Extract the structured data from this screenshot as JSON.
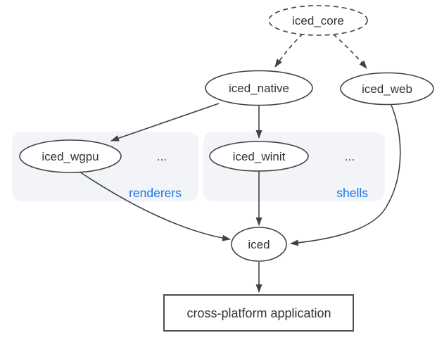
{
  "diagram": {
    "nodes": {
      "iced_core": {
        "label": "iced_core",
        "shape": "ellipse-dashed"
      },
      "iced_native": {
        "label": "iced_native",
        "shape": "ellipse"
      },
      "iced_web": {
        "label": "iced_web",
        "shape": "ellipse"
      },
      "iced_wgpu": {
        "label": "iced_wgpu",
        "shape": "ellipse"
      },
      "iced_winit": {
        "label": "iced_winit",
        "shape": "ellipse"
      },
      "iced": {
        "label": "iced",
        "shape": "ellipse"
      },
      "application": {
        "label": "cross-platform application",
        "shape": "rect"
      }
    },
    "clusters": {
      "renderers": {
        "label": "renderers",
        "more": "..."
      },
      "shells": {
        "label": "shells",
        "more": "..."
      }
    },
    "edges": [
      {
        "from": "iced_core",
        "to": "iced_native",
        "style": "dashed"
      },
      {
        "from": "iced_core",
        "to": "iced_web",
        "style": "dashed"
      },
      {
        "from": "iced_native",
        "to": "iced_wgpu",
        "style": "solid"
      },
      {
        "from": "iced_native",
        "to": "iced_winit",
        "style": "solid"
      },
      {
        "from": "iced_wgpu",
        "to": "iced",
        "style": "solid"
      },
      {
        "from": "iced_winit",
        "to": "iced",
        "style": "solid"
      },
      {
        "from": "iced_web",
        "to": "iced",
        "style": "solid"
      },
      {
        "from": "iced",
        "to": "application",
        "style": "solid"
      }
    ],
    "colors": {
      "stroke": "#3f4246",
      "text": "#303336",
      "cluster_fill": "#f2f4f8",
      "cluster_label_blue": "#1a73e8",
      "background": "#ffffff"
    }
  }
}
